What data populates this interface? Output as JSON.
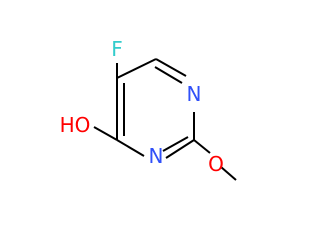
{
  "molecule": {
    "atoms": {
      "fluorine": {
        "symbol": "F",
        "color": "#33cccc"
      },
      "hydroxyl": {
        "symbol": "HO",
        "color": "#ff0000"
      },
      "ring_nitrogen_top": {
        "symbol": "N",
        "color": "#3050f8"
      },
      "ring_nitrogen_bottom": {
        "symbol": "N",
        "color": "#3050f8"
      },
      "methoxy_oxygen": {
        "symbol": "O",
        "color": "#ff0000"
      }
    }
  }
}
